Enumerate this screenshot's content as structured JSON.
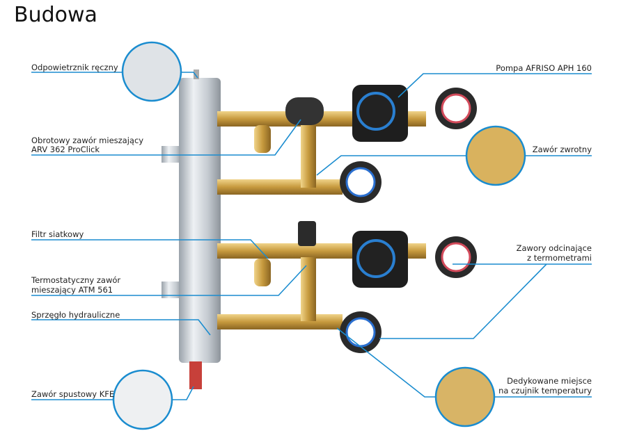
{
  "title": "Budowa",
  "colors": {
    "callout_line": "#1a8ccf",
    "brass": "#c9a04a",
    "pipe": "#c9ced4",
    "pump": "#1e1e1e",
    "pump_ring": "#2a7fd0"
  },
  "labels": {
    "odpowietrznik": "Odpowietrznik ręczny",
    "obrotowy_1": "Obrotowy zawór mieszający",
    "obrotowy_2": "ARV 362 ProClick",
    "filtr": "Filtr siatkowy",
    "termostatyczny_1": "Termostatyczny zawór",
    "termostatyczny_2": "mieszający ATM 561",
    "sprzeglo": "Sprzęgło hydrauliczne",
    "spustowy": "Zawór spustowy KFE",
    "pompa": "Pompa AFRISO APH 160",
    "zwrotny": "Zawór zwrotny",
    "odcinajace_1": "Zawory odcinające",
    "odcinajace_2": "z termometrami",
    "czujnik_1": "Dedykowane miejsce",
    "czujnik_2": "na czujnik temperatury"
  }
}
